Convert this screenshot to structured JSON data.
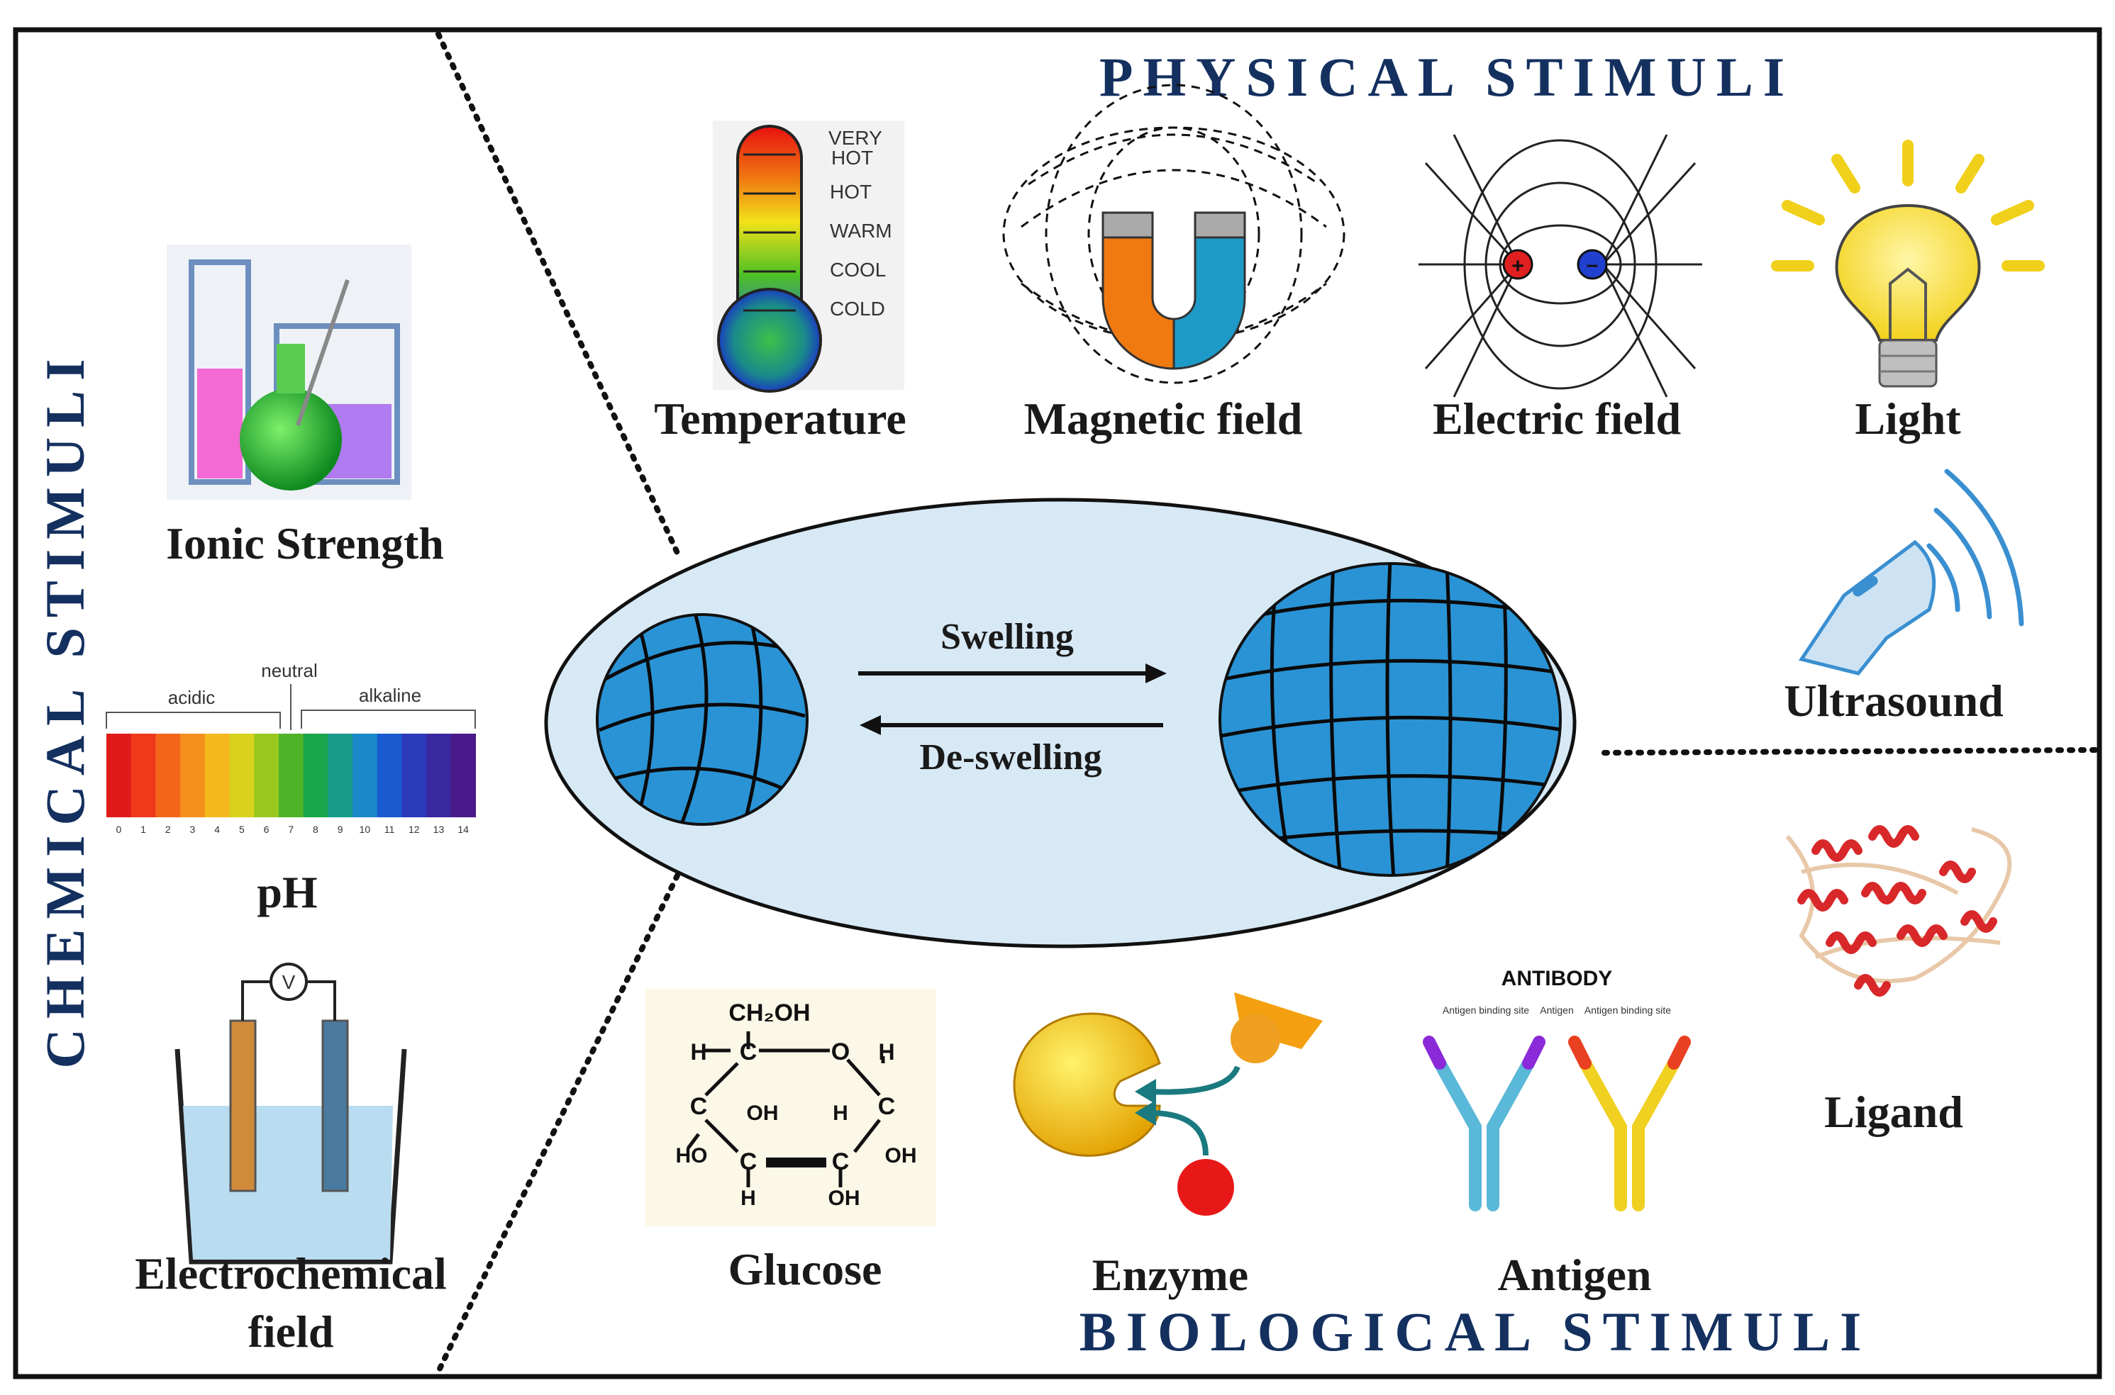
{
  "sections": {
    "physical": "PHYSICAL  STIMULI",
    "chemical": "CHEMICAL  STIMULI",
    "biological": "BIOLOGICAL  STIMULI"
  },
  "center": {
    "swelling": "Swelling",
    "deswelling": "De-swelling"
  },
  "physical": {
    "temperature": "Temperature",
    "magnetic": "Magnetic field",
    "electric": "Electric field",
    "light": "Light",
    "ultrasound": "Ultrasound",
    "thermo_scale": [
      "VERY",
      "HOT",
      "HOT",
      "WARM",
      "COOL",
      "COLD"
    ]
  },
  "chemical": {
    "ionic": "Ionic Strength",
    "ph": "pH",
    "electrochem_line1": "Electrochemical",
    "electrochem_line2": "field",
    "ph_acidic": "acidic",
    "ph_neutral": "neutral",
    "ph_alkaline": "alkaline",
    "ph_numbers": [
      "0",
      "1",
      "2",
      "3",
      "4",
      "5",
      "6",
      "7",
      "8",
      "9",
      "10",
      "11",
      "12",
      "13",
      "14"
    ],
    "voltmeter": "V"
  },
  "biological": {
    "glucose": "Glucose",
    "enzyme": "Enzyme",
    "antigen": "Antigen",
    "ligand": "Ligand",
    "antibody_title": "ANTIBODY",
    "antibody_labels": [
      "Antigen binding site",
      "Antigen",
      "Antigen binding site"
    ],
    "glucose_atoms": {
      "ch2oh": "CH₂OH",
      "o": "O",
      "oh": "OH",
      "ho": "HO",
      "h": "H",
      "c": "C"
    }
  },
  "colors": {
    "section_title": "#14305f",
    "gel": "#2a93d5",
    "ellipse_fill": "#d8e9f6"
  }
}
